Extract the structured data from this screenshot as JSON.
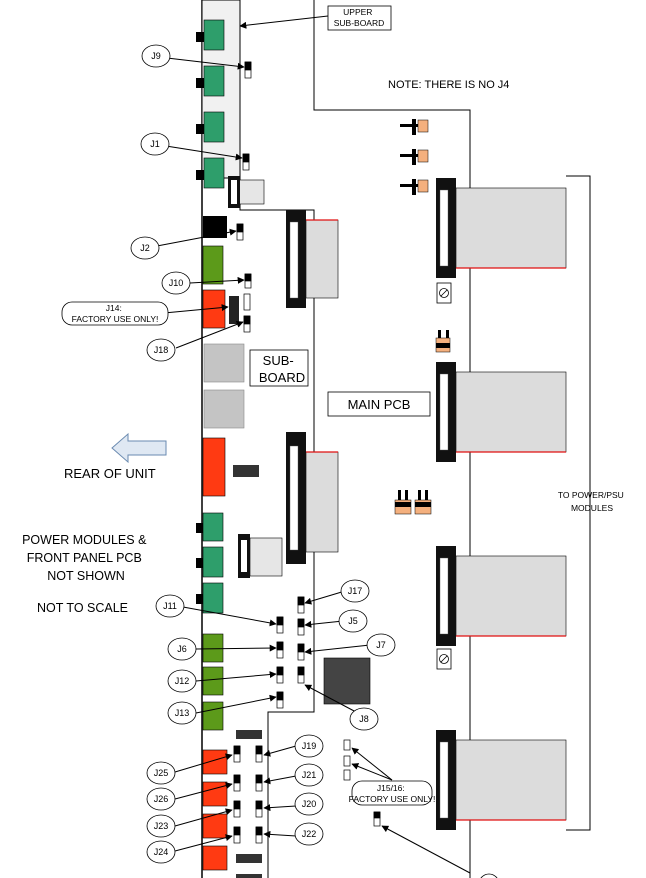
{
  "labels": {
    "upper_sub_board": [
      "UPPER",
      "SUB-BOARD"
    ],
    "note": "NOTE: THERE IS NO J4",
    "sub_board": [
      "SUB-",
      "BOARD"
    ],
    "main_pcb": "MAIN PCB",
    "rear_of_unit": "REAR OF UNIT",
    "power_modules": [
      "POWER MODULES &",
      "FRONT PANEL PCB",
      "NOT SHOWN"
    ],
    "not_to_scale": "NOT TO SCALE",
    "to_power_psu": [
      "TO POWER/PSU",
      "MODULES"
    ],
    "j14": [
      "J14:",
      "FACTORY USE ONLY!"
    ],
    "j15_16": [
      "J15/16:",
      "FACTORY USE ONLY!"
    ]
  },
  "jumpers": {
    "j9": "J9",
    "j1": "J1",
    "j2": "J2",
    "j10": "J10",
    "j18": "J18",
    "j11": "J11",
    "j6": "J6",
    "j12": "J12",
    "j13": "J13",
    "j17": "J17",
    "j5": "J5",
    "j7": "J7",
    "j8": "J8",
    "j19": "J19",
    "j21": "J21",
    "j20": "J20",
    "j22": "J22",
    "j25": "J25",
    "j26": "J26",
    "j23": "J23",
    "j24": "J24"
  },
  "colors": {
    "green_connector": "#2e9e6b",
    "olive_connector": "#5c9a1a",
    "red_connector": "#ff3a12",
    "gray_block": "#c0c0c0",
    "ribbon": "#dcdcdc",
    "ribbon_edge": "#e01010",
    "arrow_fill": "#dfe8f3",
    "arrow_stroke": "#6a8ab0"
  }
}
